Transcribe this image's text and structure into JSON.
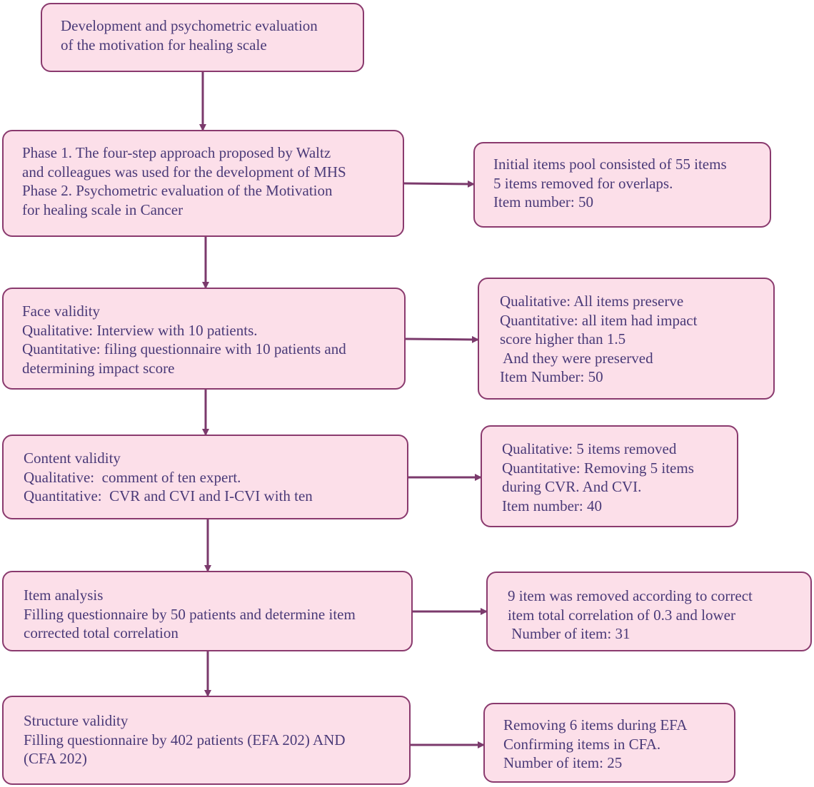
{
  "colors": {
    "box_fill": "#fcdfe9",
    "box_border": "#8a3a6e",
    "text": "#4a3a78",
    "arrow": "#7b3a6c"
  },
  "boxes": {
    "title": {
      "lines": [
        "Development and psychometric evaluation",
        "of the motivation for healing scale"
      ]
    },
    "phases": {
      "lines": [
        "Phase 1. The four-step approach proposed by Waltz",
        "and colleagues was used for the development of MHS",
        "Phase 2. Psychometric evaluation of the Motivation",
        "for healing scale in Cancer"
      ]
    },
    "initial_pool": {
      "lines": [
        "Initial items pool consisted of 55 items",
        "5 items removed for overlaps.",
        "Item number: 50"
      ]
    },
    "face_validity": {
      "lines": [
        "Face validity",
        "Qualitative: Interview with 10 patients.",
        "Quantitative: filing questionnaire with 10 patients and",
        "determining impact score"
      ]
    },
    "face_result": {
      "lines": [
        "Qualitative: All items preserve",
        "Quantitative: all item had impact",
        "score higher than 1.5",
        " And they were preserved",
        "Item Number: 50"
      ]
    },
    "content_validity": {
      "lines": [
        "Content validity",
        "Qualitative:  comment of ten expert.",
        "Quantitative:  CVR and CVI and I-CVI with ten"
      ]
    },
    "content_result": {
      "lines": [
        "Qualitative: 5 items removed",
        "Quantitative: Removing 5 items",
        "during CVR. And CVI.",
        "Item number: 40"
      ]
    },
    "item_analysis": {
      "lines": [
        "Item analysis",
        "Filling questionnaire by 50 patients and determine item",
        "corrected total correlation"
      ]
    },
    "item_result": {
      "lines": [
        "9 item was removed according to correct",
        "item total correlation of 0.3 and lower",
        " Number of item: 31"
      ]
    },
    "structure_validity": {
      "lines": [
        "Structure validity",
        "Filling questionnaire by 402 patients (EFA 202) AND",
        "(CFA 202)"
      ]
    },
    "structure_result": {
      "lines": [
        "Removing 6 items during EFA",
        "Confirming items in CFA.",
        "Number of item: 25"
      ]
    }
  },
  "arrows": [
    {
      "from": "title",
      "to": "phases"
    },
    {
      "from": "phases",
      "to": "initial_pool"
    },
    {
      "from": "phases",
      "to": "face_validity"
    },
    {
      "from": "face_validity",
      "to": "face_result"
    },
    {
      "from": "face_validity",
      "to": "content_validity"
    },
    {
      "from": "content_validity",
      "to": "content_result"
    },
    {
      "from": "content_validity",
      "to": "item_analysis"
    },
    {
      "from": "item_analysis",
      "to": "item_result"
    },
    {
      "from": "item_analysis",
      "to": "structure_validity"
    },
    {
      "from": "structure_validity",
      "to": "structure_result"
    }
  ]
}
